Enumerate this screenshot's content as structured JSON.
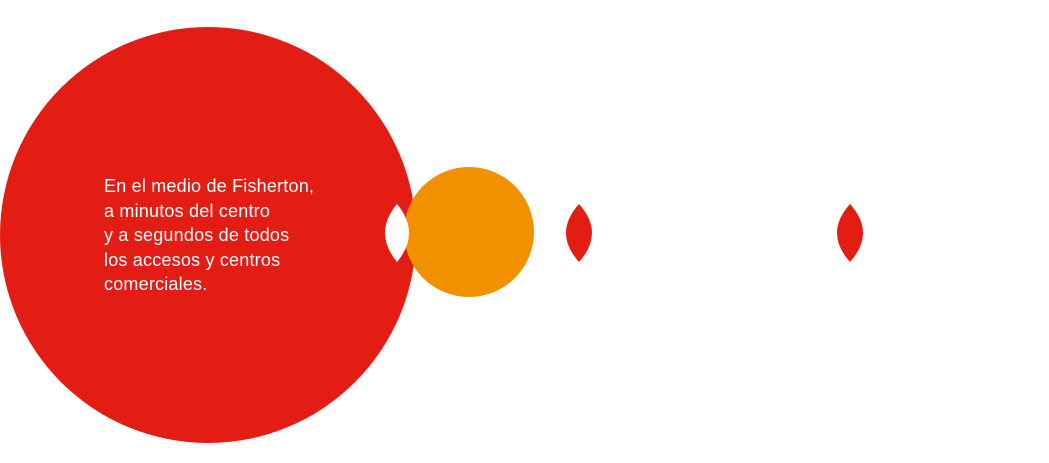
{
  "colors": {
    "red": "#e31c14",
    "orange": "#f29100",
    "background": "#ffffff",
    "text": "#ffffff"
  },
  "text_block": {
    "lines": [
      "En el medio de Fisherton,",
      "a minutos del centro",
      "y a segundos de todos",
      "los accesos y centros",
      "comerciales."
    ]
  }
}
